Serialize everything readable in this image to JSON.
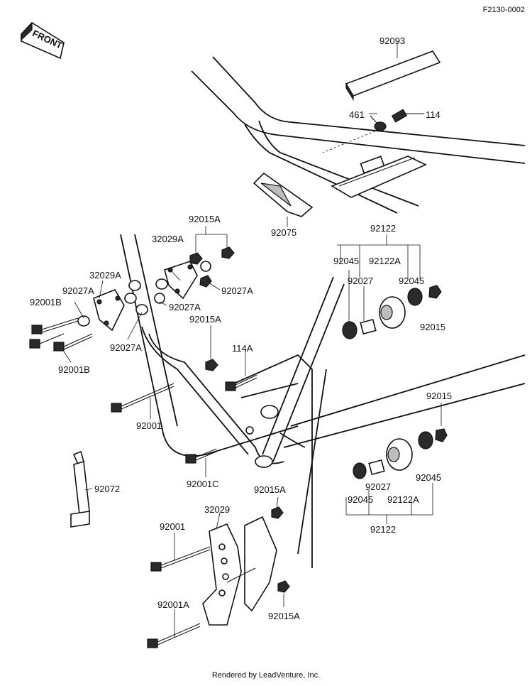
{
  "document": {
    "code": "F2130-0002",
    "credit": "Rendered by LeadVenture, Inc.",
    "front_arrow_text": "FRONT"
  },
  "labels": {
    "p92093": "92093",
    "p461": "461",
    "p114": "114",
    "p92075": "92075",
    "p92122_top": "92122",
    "p92045_a": "92045",
    "p92122A_a": "92122A",
    "p92027_a": "92027",
    "p92045_b": "92045",
    "p92015_a": "92015",
    "p92015A_a": "92015A",
    "p32029A_a": "32029A",
    "p32029A_b": "32029A",
    "p92027A_a": "92027A",
    "p92027A_b": "92027A",
    "p92027A_c": "92027A",
    "p92027A_d": "92027A",
    "p92015A_b": "92015A",
    "p92001B_a": "92001B",
    "p92001B_b": "92001B",
    "p114A": "114A",
    "p92001_a": "92001",
    "p92001C": "92001C",
    "p92072": "92072",
    "p92015_b": "92015",
    "p92045_c": "92045",
    "p92027_b": "92027",
    "p92045_d": "92045",
    "p92122A_b": "92122A",
    "p92122_bottom": "92122",
    "p92015A_c": "92015A",
    "p32029": "32029",
    "p92001_b": "92001",
    "p92001A": "92001A",
    "p92015A_d": "92015A"
  }
}
